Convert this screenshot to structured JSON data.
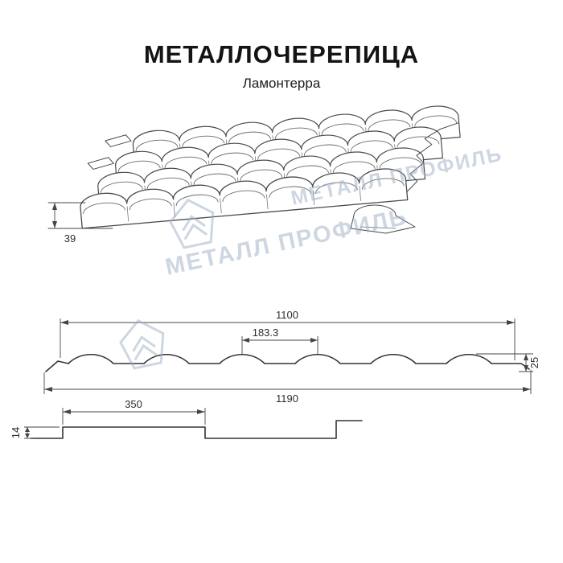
{
  "header": {
    "title": "МЕТАЛЛОЧЕРЕПИЦА",
    "subtitle": "Ламонтерра"
  },
  "watermark": {
    "text": "МЕТАЛЛ ПРОФИЛЬ",
    "color": "#9dafc4",
    "logo": "metall-profil-pentagon-logo"
  },
  "diagram": {
    "line_color": "#3a3a3a",
    "dim_color": "#454545",
    "dimensions": {
      "edge_step_height": "39",
      "cover_width": "1100",
      "wave_pitch": "183.3",
      "profile_height": "25",
      "full_width": "1190",
      "module_length": "350",
      "step_height": "14"
    }
  }
}
